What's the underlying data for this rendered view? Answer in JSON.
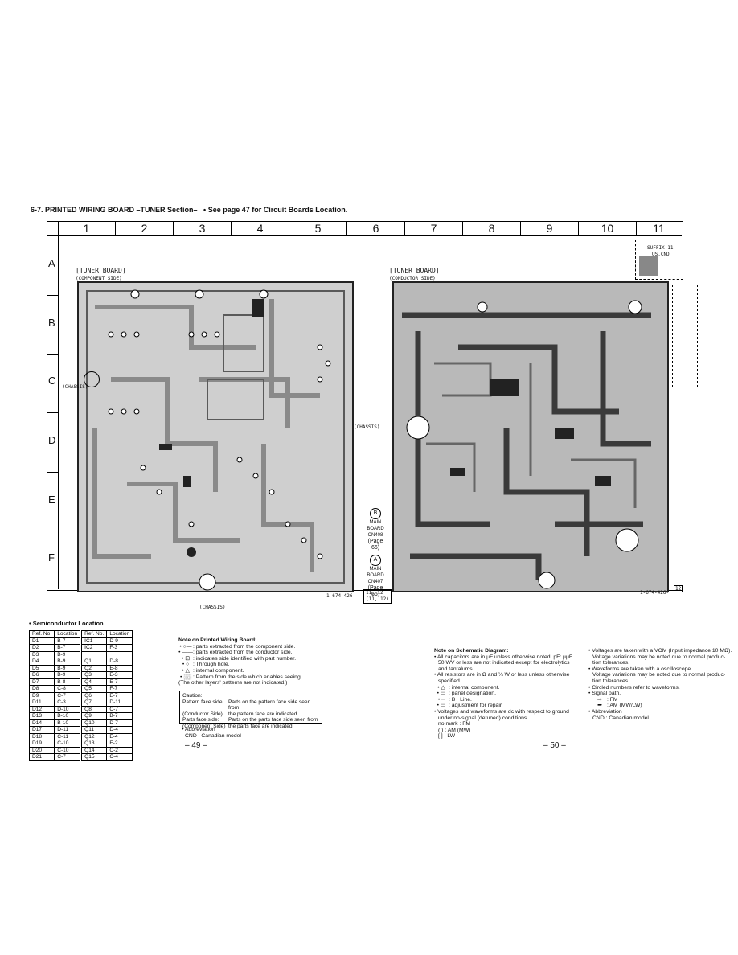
{
  "section_heading": "6-7.  PRINTED  WIRING  BOARD  –TUNER Section–",
  "heading_note": "• See page 47 for Circuit Boards Location.",
  "grid": {
    "columns": [
      "1",
      "2",
      "3",
      "4",
      "5",
      "6",
      "7",
      "8",
      "9",
      "10",
      "11"
    ],
    "rows": [
      "A",
      "B",
      "C",
      "D",
      "E",
      "F"
    ]
  },
  "boards": {
    "component": {
      "title": "TUNER BOARD",
      "subtitle": "(COMPONENT SIDE)",
      "ref": "1-674-426-",
      "ref_right": "(CHASSIS)"
    },
    "conductor": {
      "title": "TUNER BOARD",
      "subtitle": "(CONDUCTOR SIDE)",
      "ref": "1-674-426-",
      "ref_tag": "12"
    }
  },
  "board_labels": {
    "chassis_left": "(CHASSIS)",
    "chassis_mid": "(CHASSIS)",
    "chassis_bottom": "(CHASSIS)",
    "link_b_letter": "B",
    "link_b_text": "MAIN BOARD CN408",
    "link_b_page": "(Page 66)",
    "link_a_letter": "A",
    "link_a_text": "MAIN BOARD CN407",
    "link_a_page": "(Page 66)",
    "box_11_12": "11, 12",
    "box_11_12_b": "(11, 12)",
    "suffix_label": "SUFFIX-11",
    "suffix_sub": "US,CND",
    "right_tag": "12"
  },
  "semiconductor": {
    "title": "Semiconductor Location",
    "headers": [
      "Ref. No.",
      "Location",
      "Ref. No.",
      "Location"
    ],
    "rows": [
      [
        "D1",
        "B-7",
        "IC1",
        "D-9"
      ],
      [
        "D2",
        "B-7",
        "IC2",
        "F-3"
      ],
      [
        "D3",
        "B-9",
        "",
        ""
      ],
      [
        "D4",
        "B-9",
        "Q1",
        "D-8"
      ],
      [
        "D5",
        "B-9",
        "Q2",
        "E-8"
      ],
      [
        "D6",
        "B-9",
        "Q3",
        "E-3"
      ],
      [
        "D7",
        "B-8",
        "Q4",
        "E-7"
      ],
      [
        "D8",
        "C-8",
        "Q5",
        "F-7"
      ],
      [
        "D9",
        "C-7",
        "Q6",
        "E-7"
      ],
      [
        "D11",
        "C-3",
        "Q7",
        "D-11"
      ],
      [
        "D12",
        "D-10",
        "Q8",
        "C-7"
      ],
      [
        "D13",
        "B-10",
        "Q9",
        "B-7"
      ],
      [
        "D14",
        "B-10",
        "Q10",
        "D-7"
      ],
      [
        "D17",
        "D-11",
        "Q11",
        "D-4"
      ],
      [
        "D18",
        "C-11",
        "Q12",
        "E-4"
      ],
      [
        "D19",
        "C-10",
        "Q13",
        "E-2"
      ],
      [
        "D20",
        "C-10",
        "Q14",
        "C-2"
      ],
      [
        "D21",
        "C-7",
        "Q15",
        "C-4"
      ]
    ]
  },
  "pwb_notes": {
    "title": "Note on Printed Wiring Board:",
    "items": [
      ": parts extracted from the component side.",
      ": parts extracted from the conductor side.",
      ": indicates side identified with part number.",
      ": Through hole.",
      ": internal component.",
      ": Pattern from the side which enables seeing."
    ],
    "extra": "(The other layers' patterns are not indicated.)",
    "caution_title": "Caution:",
    "caution_rows": [
      [
        "Pattern face side:",
        "Parts on the pattern face side seen from"
      ],
      [
        "(Conductor Side)",
        "the pattern face are indicated."
      ],
      [
        "Parts face side:",
        "Parts on the parts face side seen from"
      ],
      [
        "(Component Side)",
        "the parts face are indicated."
      ]
    ],
    "abbrev_title": "• Abbreviation",
    "abbrev_line": "CND   : Canadian model"
  },
  "schematic_notes": {
    "title": "Note on Schematic Diagram:",
    "items": [
      "• All capacitors are in μF unless otherwise noted. pF: μμF",
      "50 WV or less are not indicated except for electrolytics",
      "and tantalums.",
      "• All resistors are in Ω and ¼ W or less unless otherwise",
      "specified.",
      ": internal component.",
      ": panel designation.",
      ": B+ Line.",
      ": adjustment for repair.",
      "• Voltages and waveforms are dc with respect to ground",
      "under no-signal (detuned) conditions.",
      "no mark : FM",
      "(      ) : AM (MW)",
      "[      ] : LW"
    ]
  },
  "schematic_notes_right": {
    "items": [
      "• Voltages are taken with a VOM (Input impedance 10 MΩ).",
      "Voltage variations may be noted due to normal produc-",
      "tion tolerances.",
      "• Waveforms are taken with a oscilloscope.",
      "Voltage variations may be noted due to normal produc-",
      "tion tolerances.",
      "• Circled numbers refer to waveforms.",
      "• Signal path.",
      ": FM",
      ": AM (MW/LW)",
      "• Abbreviation",
      "CND   : Canadian model"
    ]
  },
  "page_numbers": {
    "left": "– 49 –",
    "right": "– 50 –"
  },
  "colors": {
    "board_fill": "#cfcfcf",
    "trace": "#8a8a8a",
    "ink": "#111111"
  }
}
